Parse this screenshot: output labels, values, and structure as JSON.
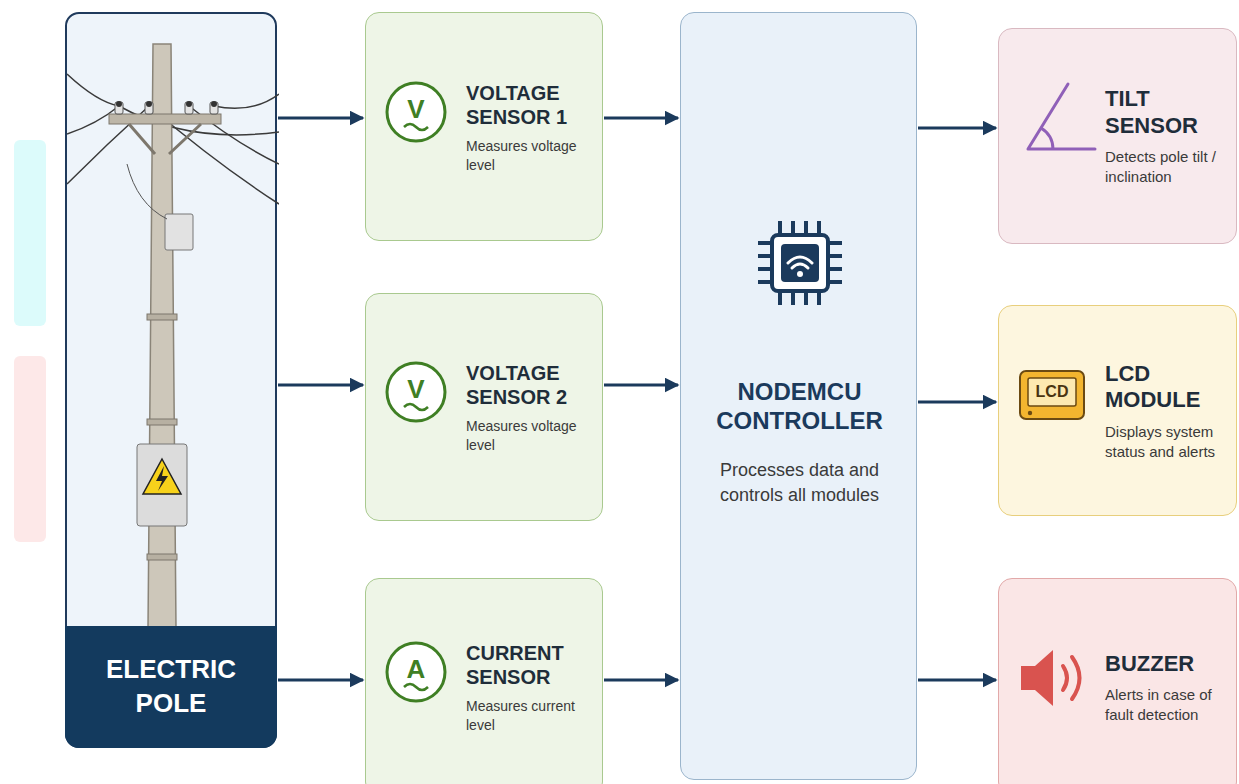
{
  "diagram": {
    "nodes": [
      {
        "text": [
          "ELECTRIC POLE"
        ]
      },
      {
        "text": [
          "V",
          "VOLTAGE SENSOR 1",
          "Measures voltage level"
        ]
      },
      {
        "text": [
          "V",
          "VOLTAGE SENSOR 2",
          "Measures voltage level"
        ]
      },
      {
        "text": [
          "A",
          "CURRENT SENSOR",
          "Measures current level"
        ]
      },
      {
        "text": [
          "NODEMCU CONTROLLER",
          "Processes data and controls all modules"
        ]
      },
      {
        "text": [
          "TILT SENSOR",
          "Detects pole tilt / inclination"
        ]
      },
      {
        "text": [
          "LCD",
          "LCD MODULE",
          "Displays system status and alerts"
        ]
      },
      {
        "text": [
          "BUZZER",
          "Alerts in case of fault detection"
        ]
      }
    ],
    "edges": [
      {
        "from": 0,
        "to": 1,
        "arrow": "to"
      },
      {
        "from": 0,
        "to": 2,
        "arrow": "to"
      },
      {
        "from": 0,
        "to": 3,
        "arrow": "to"
      },
      {
        "from": 1,
        "to": 4,
        "arrow": "to"
      },
      {
        "from": 2,
        "to": 4,
        "arrow": "to"
      },
      {
        "from": 3,
        "to": 4,
        "arrow": "to"
      },
      {
        "from": 4,
        "to": 5,
        "arrow": "to"
      },
      {
        "from": 4,
        "to": 6,
        "arrow": "to"
      },
      {
        "from": 4,
        "to": 7,
        "arrow": "to"
      }
    ]
  }
}
